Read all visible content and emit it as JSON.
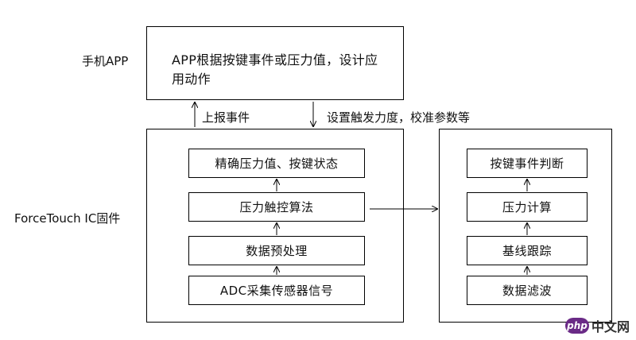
{
  "labels": {
    "phone_app": "手机APP",
    "firmware": "ForceTouch IC固件",
    "report_event": "上报事件",
    "set_params": "设置触发力度，校准参数等"
  },
  "app_box": {
    "text": "APP根据按键事件或压力值，设计应用动作"
  },
  "firmware_steps": [
    "精确压力值、按键状态",
    "压力触控算法",
    "数据预处理",
    "ADC采集传感器信号"
  ],
  "algorithm_steps": [
    "按键事件判断",
    "压力计算",
    "基线跟踪",
    "数据滤波"
  ],
  "watermark": {
    "logo": "php",
    "text": "中文网"
  }
}
